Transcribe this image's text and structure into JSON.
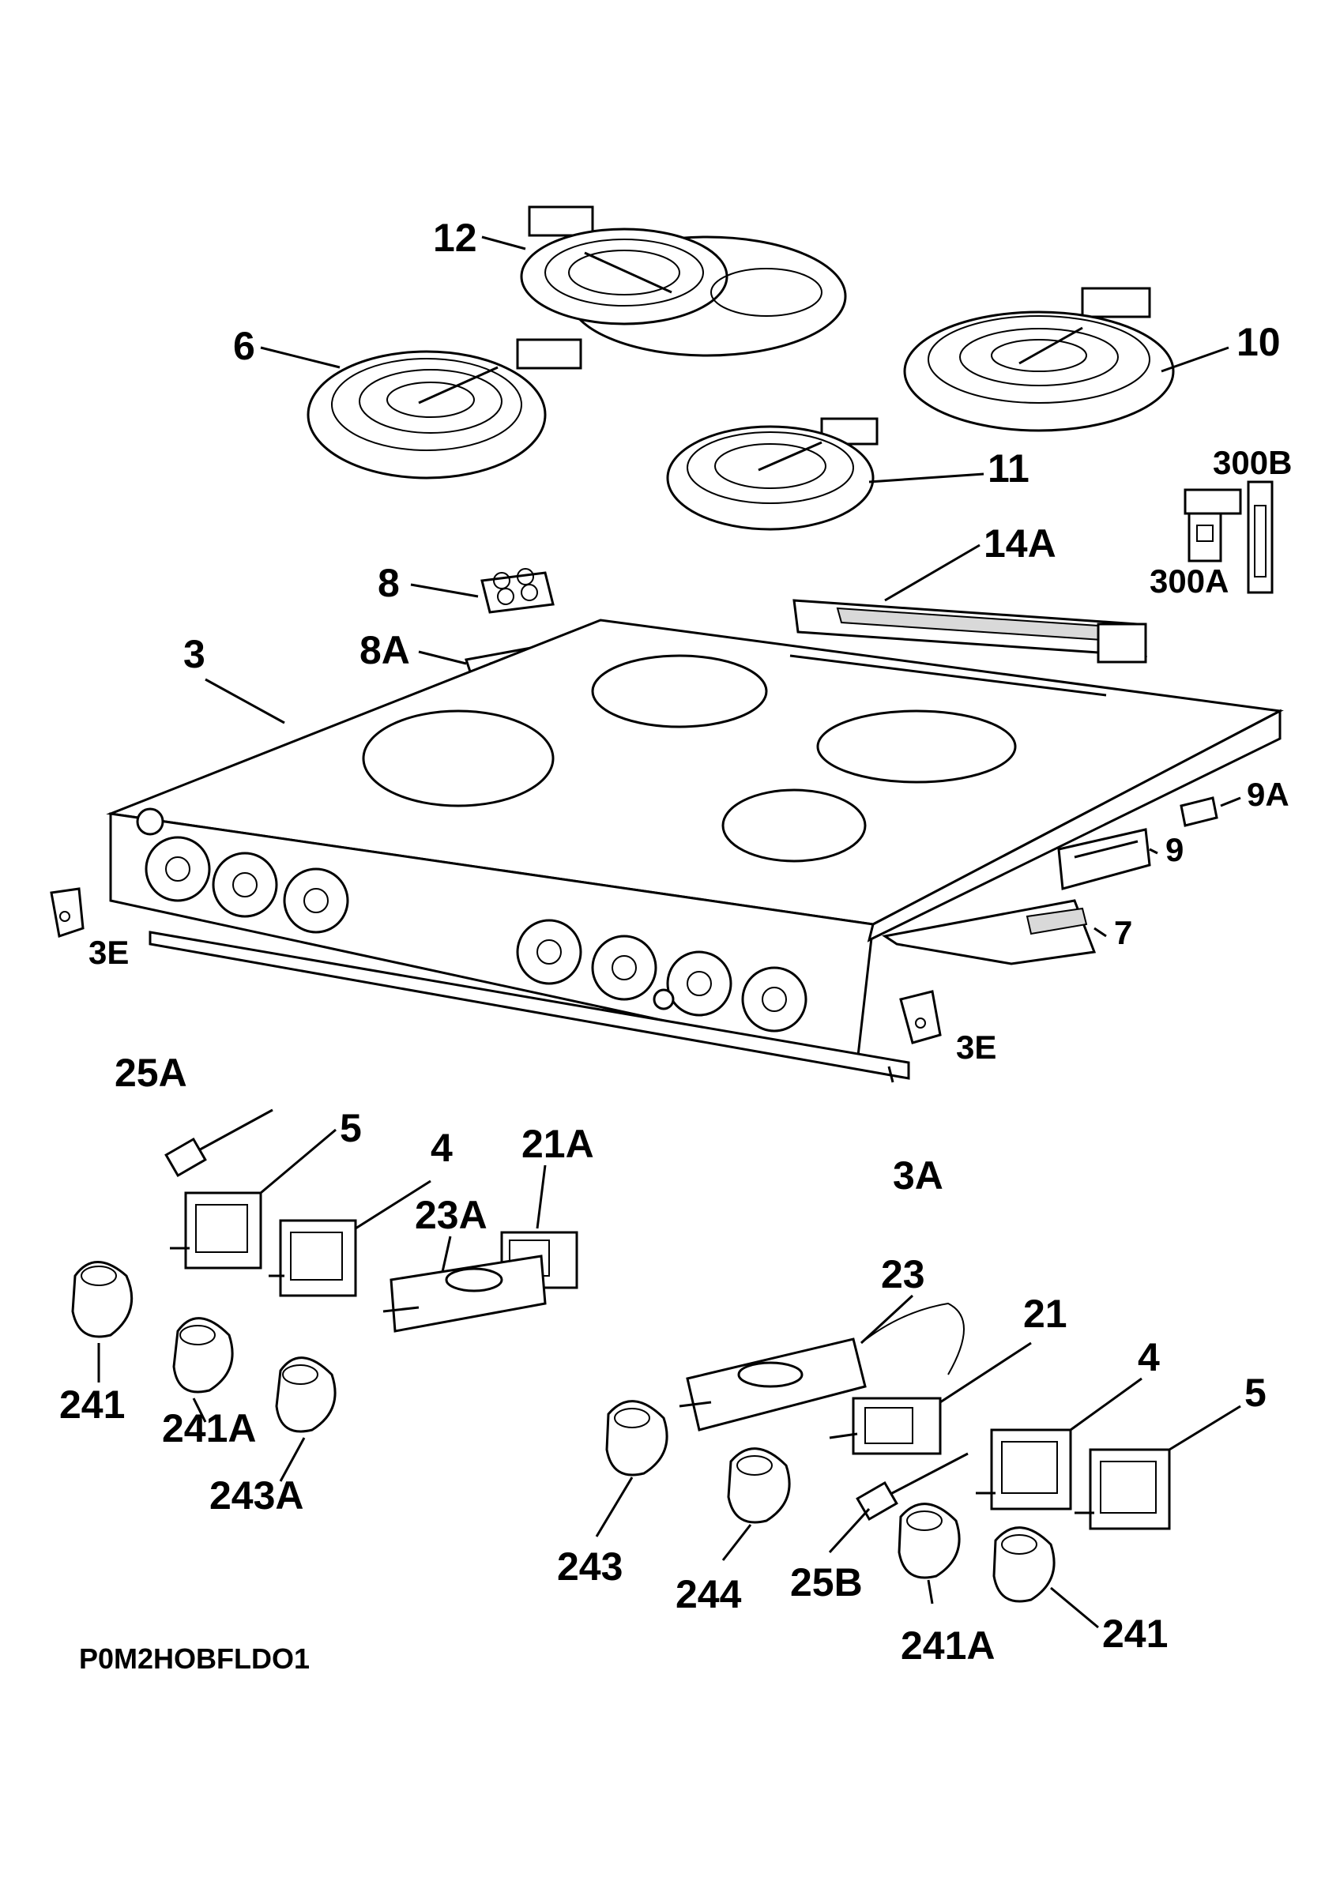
{
  "diagram": {
    "code": "P0M2HOBFLDO1",
    "labels": {
      "p12": "12",
      "p6": "6",
      "p10": "10",
      "p11": "11",
      "p300B": "300B",
      "p300A": "300A",
      "p14A": "14A",
      "p8": "8",
      "p8A": "8A",
      "p3": "3",
      "p9A": "9A",
      "p9": "9",
      "p7": "7",
      "p3E_left": "3E",
      "p3E_right": "3E",
      "p25A": "25A",
      "p5_left": "5",
      "p4_left": "4",
      "p21A": "21A",
      "p23A": "23A",
      "p3A": "3A",
      "p241_left": "241",
      "p241A_left": "241A",
      "p243A": "243A",
      "p23": "23",
      "p21": "21",
      "p4_right": "4",
      "p5_right": "5",
      "p243": "243",
      "p244": "244",
      "p25B": "25B",
      "p241A_right": "241A",
      "p241_right": "241"
    }
  }
}
